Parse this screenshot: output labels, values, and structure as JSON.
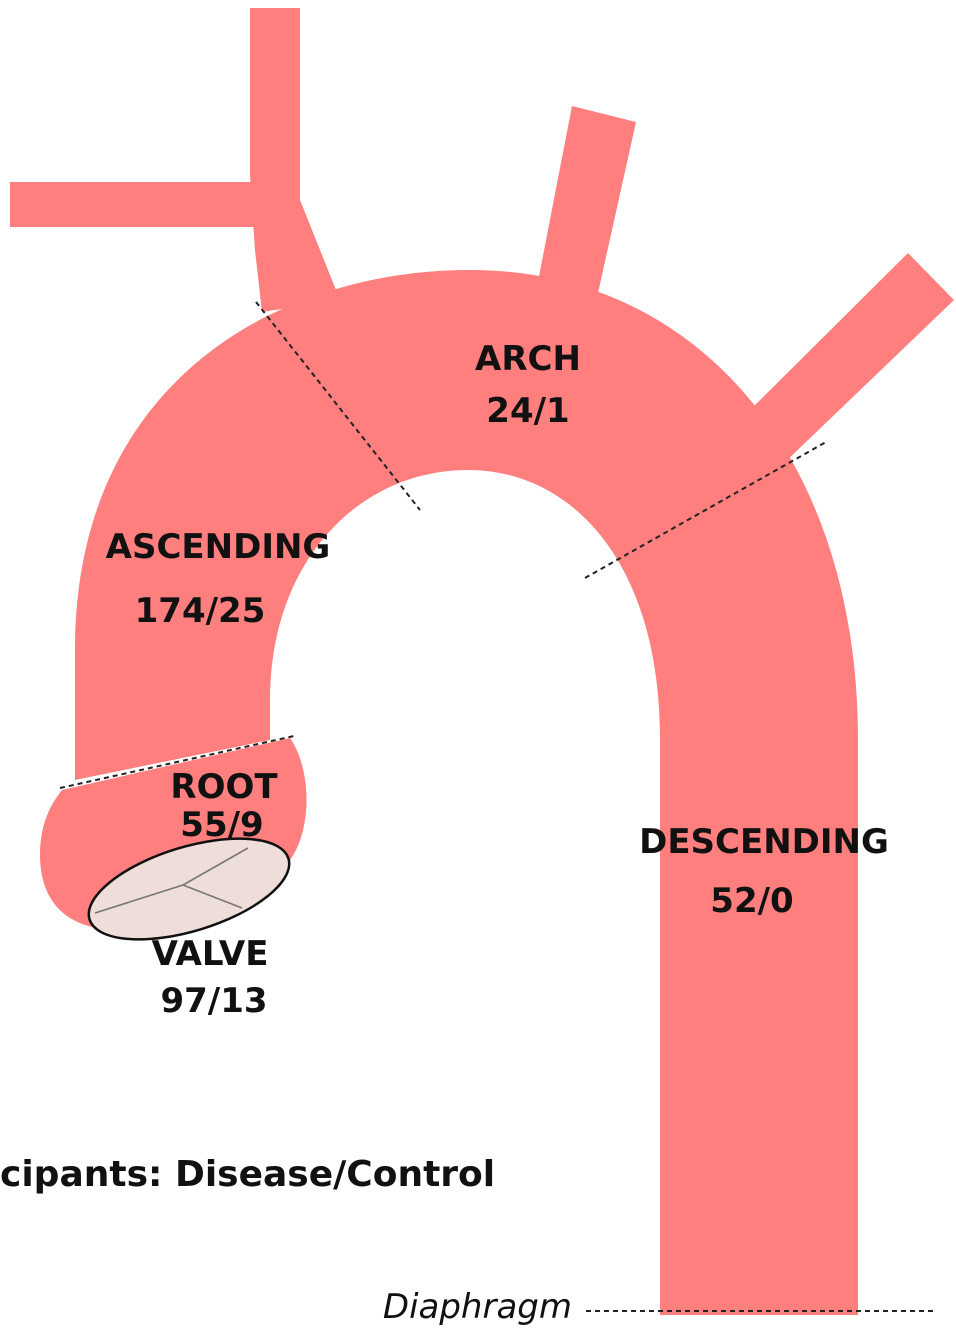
{
  "colors": {
    "vessel": "#ff7f7f",
    "valve_fill": "#eeddd9",
    "valve_outline": "#111111",
    "text": "#111111"
  },
  "segments": {
    "arch": {
      "name": "ARCH",
      "counts": "24/1"
    },
    "ascending": {
      "name": "ASCENDING",
      "counts": "174/25"
    },
    "root": {
      "name": "ROOT",
      "counts": "55/9"
    },
    "valve": {
      "name": "VALVE",
      "counts": "97/13"
    },
    "descending": {
      "name": "DESCENDING",
      "counts": "52/0"
    }
  },
  "legend": {
    "text": "cipants:  Disease/Control"
  },
  "diaphragm": {
    "label": "Diaphragm"
  }
}
